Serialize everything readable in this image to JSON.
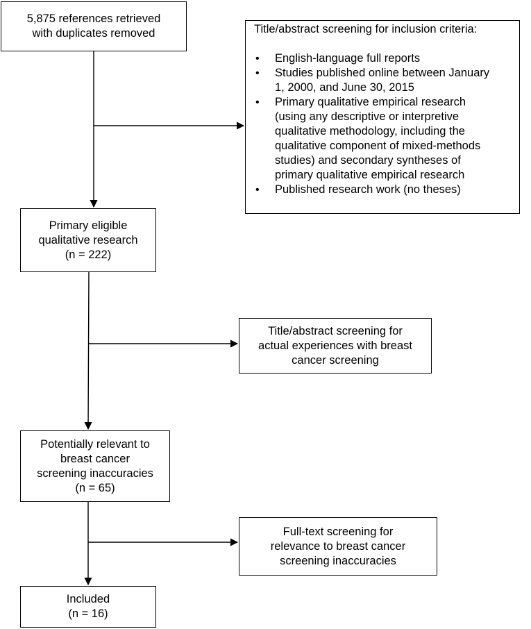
{
  "diagram": {
    "start": {
      "lines": [
        "5,875 references retrieved",
        "with duplicates removed"
      ]
    },
    "inclusion": {
      "title": "Title/abstract screening for inclusion criteria:",
      "criteria": [
        {
          "lines": [
            "English-language full reports"
          ]
        },
        {
          "lines": [
            "Studies published online between January",
            "1, 2000, and June 30, 2015"
          ]
        },
        {
          "lines": [
            "Primary qualitative empirical research",
            "(using any descriptive or interpretive",
            "qualitative methodology, including the",
            "qualitative component of mixed-methods",
            "studies) and secondary syntheses of",
            "primary qualitative empirical research"
          ]
        },
        {
          "lines": [
            "Published research work (no theses)"
          ]
        }
      ]
    },
    "eligible": {
      "lines": [
        "Primary eligible",
        "qualitative research",
        "(n = 222)"
      ]
    },
    "screen2": {
      "lines": [
        "Title/abstract screening for",
        "actual experiences with breast",
        "cancer screening"
      ]
    },
    "relevant": {
      "lines": [
        "Potentially relevant to",
        "breast cancer",
        "screening inaccuracies",
        "(n = 65)"
      ]
    },
    "screen3": {
      "lines": [
        "Full-text screening for",
        "relevance to breast cancer",
        "screening inaccuracies"
      ]
    },
    "included": {
      "lines": [
        "Included",
        "(n = 16)"
      ]
    }
  }
}
